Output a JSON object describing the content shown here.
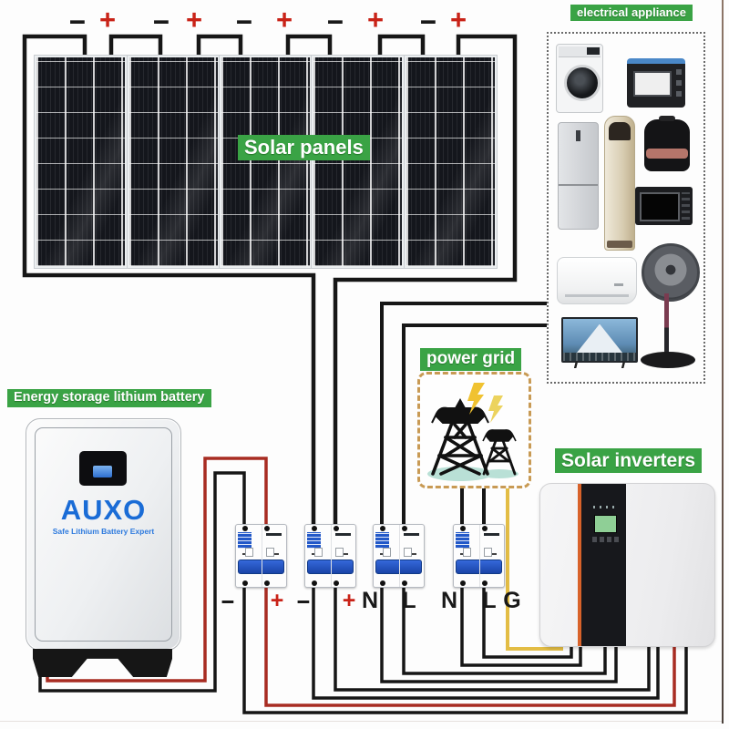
{
  "labels": {
    "solar_panels": "Solar panels",
    "electrical_appliance": "electrical appliance",
    "power_grid": "power grid",
    "solar_inverters": "Solar inverters",
    "battery": "Energy storage lithium battery"
  },
  "battery": {
    "brand": "AUXO",
    "tagline": "Safe Lithium Battery Expert"
  },
  "terminals": {
    "panel_row": [
      "-",
      "+",
      "-",
      "+",
      "-",
      "+",
      "-",
      "+",
      "-",
      "+"
    ],
    "breaker_row": [
      "-",
      "+",
      "-",
      "+",
      "N",
      "L",
      "N",
      "L",
      "G"
    ]
  },
  "components": {
    "solar_panel_count": 5,
    "circuit_breaker_count": 4,
    "appliances": [
      "washing machine",
      "toaster oven",
      "refrigerator",
      "floor air conditioner",
      "rice cooker",
      "microwave oven",
      "wall air conditioner",
      "stand fan",
      "television"
    ],
    "power_grid_towers": 2
  },
  "colors": {
    "label_green": "#3aa345",
    "wire_black": "#161616",
    "wire_red": "#a82c22",
    "wire_yellow": "#e3bd45",
    "terminal_plus_red": "#c92318",
    "breaker_blue": "#2258c8",
    "battery_brand_blue": "#1a6cd6",
    "grid_box_dash": "#c89a54",
    "inverter_accent_orange": "#d8622a"
  }
}
